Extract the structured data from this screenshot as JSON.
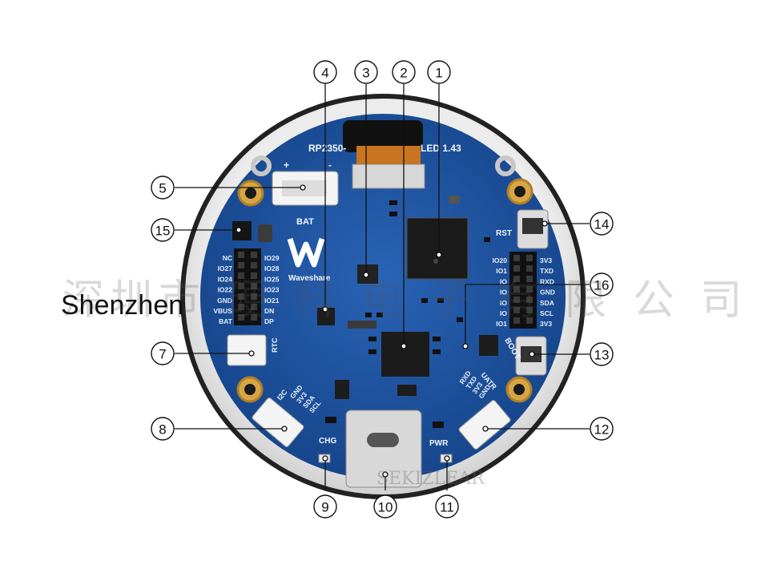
{
  "board": {
    "model_text": "RP2350-",
    "model_text2": "LED 1.43",
    "brand": "Waveshare",
    "labels": {
      "bat": "BAT",
      "rtc": "RTC",
      "i2c": "I2C",
      "uart": "UATR",
      "rst": "RST",
      "boot": "BOOT",
      "chg": "CHG",
      "pwr": "PWR",
      "plus": "+",
      "minus": "-"
    },
    "left_header_pins": [
      "NC",
      "IO27",
      "IO24",
      "IO22",
      "GND",
      "VBUS",
      "BAT"
    ],
    "left_header_pins2": [
      "IO29",
      "IO28",
      "IO25",
      "IO23",
      "IO21",
      "DN",
      "DP"
    ],
    "right_header_pins": [
      "IO20",
      "IO1",
      "IO",
      "IO",
      "IO",
      "IO",
      "IO1"
    ],
    "right_header_pins2": [
      "3V3",
      "TXD",
      "RXD",
      "GND",
      "SDA",
      "SCL",
      "3V3"
    ],
    "i2c_pins": [
      "GND",
      "3V3",
      "SDA",
      "SCL"
    ],
    "uart_pins": [
      "RXD",
      "TXD",
      "3V3",
      "GND"
    ]
  },
  "callouts": [
    "1",
    "2",
    "3",
    "4",
    "5",
    "15",
    "16",
    "7",
    "8",
    "9",
    "10",
    "11",
    "12",
    "13",
    "14"
  ],
  "watermark": {
    "city": "Shenzhen",
    "company_cn": "深圳市 硬 科 电 子 有 限 公 司",
    "company_en": "SEKIZLEAR"
  },
  "colors": {
    "pcb": "#1c4f9c",
    "pcb_dark": "#123a78",
    "bezel": "#e3e3e3",
    "gold": "#d8a545",
    "ink": "#111111"
  }
}
